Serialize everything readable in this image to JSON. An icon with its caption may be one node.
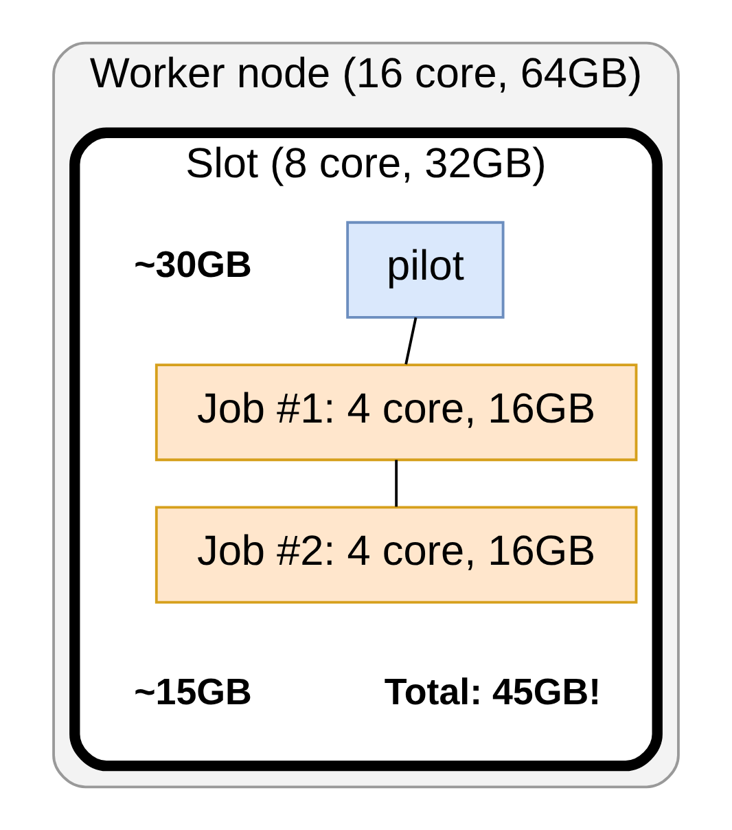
{
  "diagram": {
    "nodes": [
      {
        "text": [
          "Worker node (16 core, 64GB)"
        ]
      },
      {
        "text": [
          "Slot (8 core, 32GB)"
        ],
        "in": 0
      },
      {
        "text": [
          "pilot"
        ],
        "in": 1
      },
      {
        "text": [
          "Job #1: 4 core, 16GB"
        ],
        "in": 1
      },
      {
        "text": [
          "Job #2: 4 core, 16GB"
        ],
        "in": 1
      }
    ],
    "edges": [
      {
        "from": 2,
        "to": 3,
        "arrow": "none"
      },
      {
        "from": 3,
        "to": 4,
        "arrow": "none"
      }
    ],
    "labels": [
      "~30GB",
      "~15GB",
      "Total: 45GB!"
    ]
  }
}
